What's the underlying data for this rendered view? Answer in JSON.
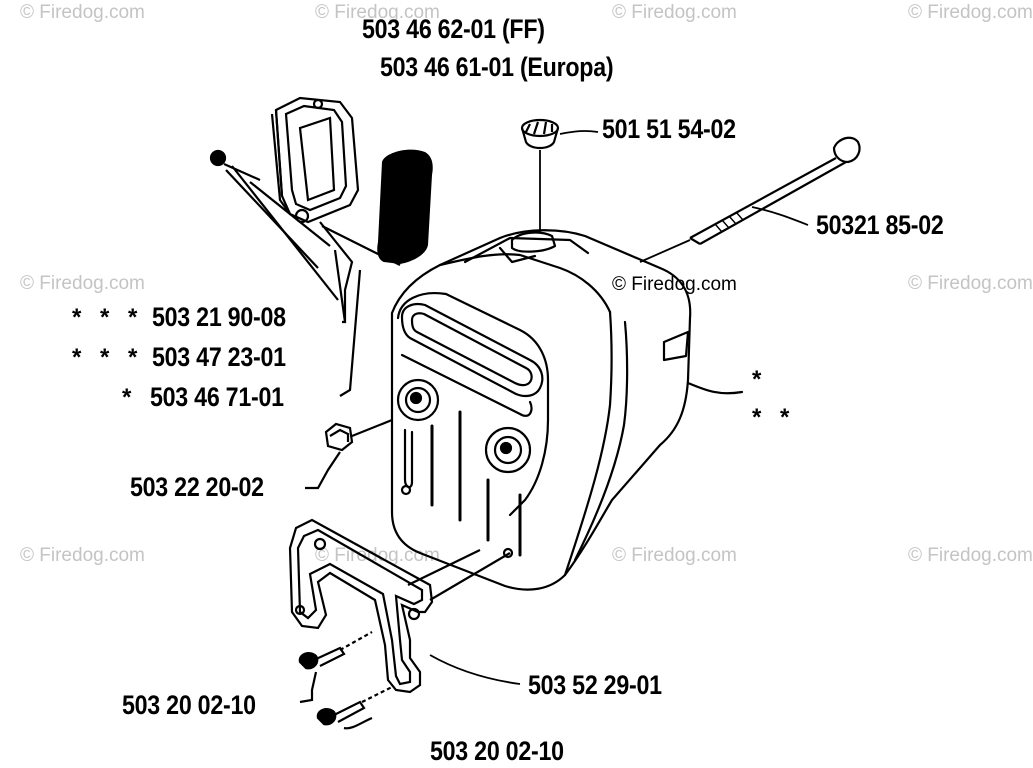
{
  "watermarks": {
    "text": "© Firedog.com",
    "center_text": "© Firedog.com"
  },
  "titles": {
    "line1": "503 46 62-01 (FF)",
    "line2": "503 46 61-01 (Europa)"
  },
  "parts": {
    "cap": "501 51 54-02",
    "long_bolt": "50321 85-02",
    "gasket_a": "503 21 90-08",
    "gasket_b": "503 47 23-01",
    "plate": "503 46 71-01",
    "nut": "503 22 20-02",
    "bracket": "503 52 29-01",
    "screw": "503 20 02-10",
    "screw_cut": "503 20 02-10"
  },
  "markers": {
    "three_star": "* * *",
    "one_star": "*",
    "muffler_star1": "*",
    "muffler_star2": "* *"
  }
}
